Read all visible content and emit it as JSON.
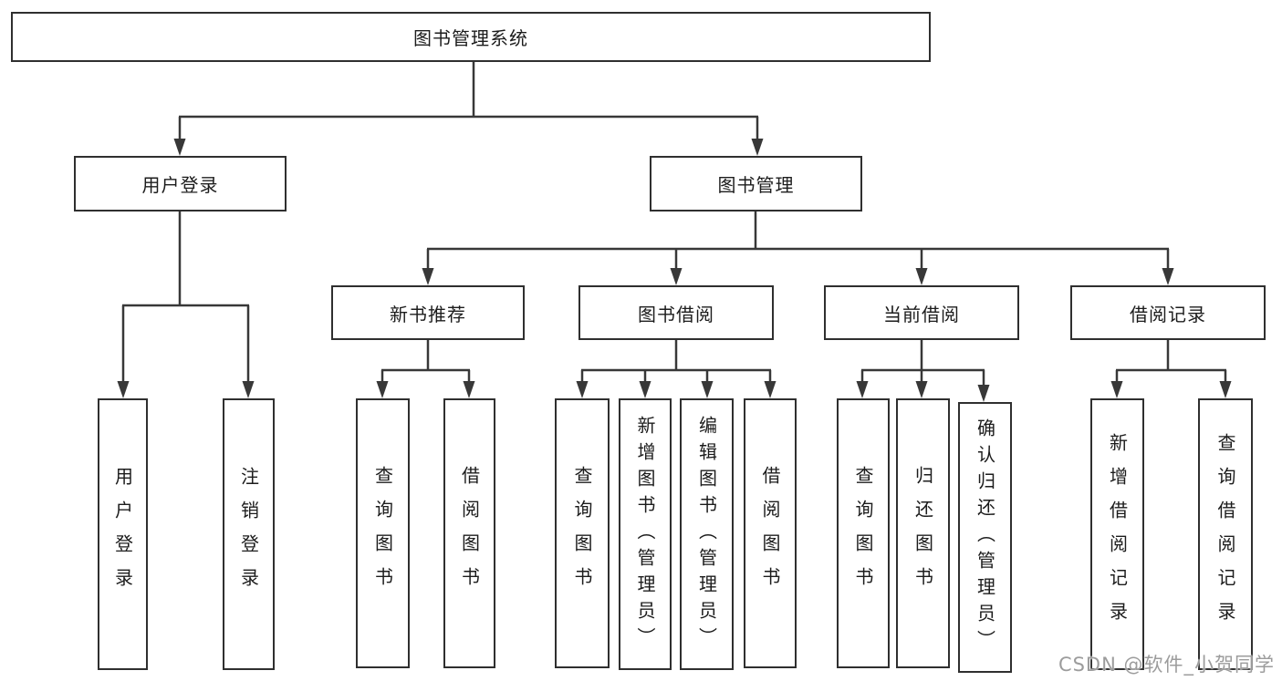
{
  "tree": {
    "label": "图书管理系统",
    "children": [
      {
        "label": "用户登录",
        "children": [
          {
            "label": "用户登录"
          },
          {
            "label": "注销登录"
          }
        ]
      },
      {
        "label": "图书管理",
        "children": [
          {
            "label": "新书推荐",
            "children": [
              {
                "label": "查询图书"
              },
              {
                "label": "借阅图书"
              }
            ]
          },
          {
            "label": "图书借阅",
            "children": [
              {
                "label": "查询图书"
              },
              {
                "label": "新增图书（管理员）"
              },
              {
                "label": "编辑图书（管理员）"
              },
              {
                "label": "借阅图书"
              }
            ]
          },
          {
            "label": "当前借阅",
            "children": [
              {
                "label": "查询图书"
              },
              {
                "label": "归还图书"
              },
              {
                "label": "确认归还（管理员）"
              }
            ]
          },
          {
            "label": "借阅记录",
            "children": [
              {
                "label": "新增借阅记录"
              },
              {
                "label": "查询借阅记录"
              }
            ]
          }
        ]
      }
    ]
  },
  "watermark": "CSDN @软件_小贺同学",
  "colors": {
    "background": "#ffffff",
    "line": "#383838",
    "box_border": "#2f2f2f",
    "text": "#1c1c1c",
    "watermark": "#9c9c9c"
  }
}
